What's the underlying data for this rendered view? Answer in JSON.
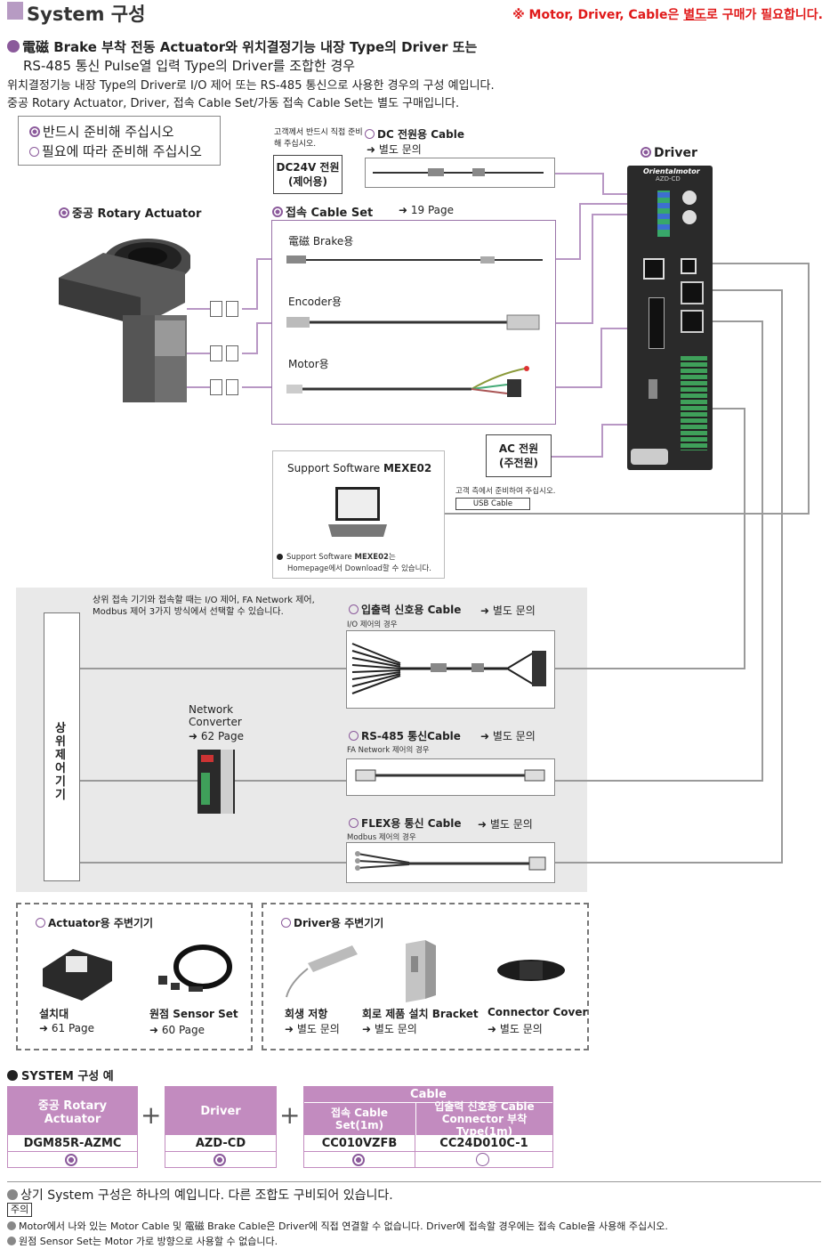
{
  "header": {
    "title": "System 구성",
    "notice_pre": "※ Motor, Driver, Cable은 ",
    "notice_u": "별도",
    "notice_post": "로 구매가 필요합니다."
  },
  "intro": {
    "line1": "電磁 Brake 부착 전동 Actuator와 위치결정기능 내장 Type의 Driver 또는",
    "line2": "RS-485 통신 Pulse열 입력 Type의 Driver를 조합한 경우",
    "line3": "위치결정기능 내장 Type의 Driver로 I/O 제어 또는 RS-485 통신으로 사용한 경우의 구성 예입니다.",
    "line4": "중공 Rotary Actuator, Driver, 접속 Cable Set/가동 접속 Cable Set는 별도 구매입니다."
  },
  "legend": {
    "required": "반드시 준비해 주십시오",
    "optional": "필요에 따라 준비해 주십시오"
  },
  "customer_prepare": "고객께서 반드시 직접 준비해 주십시오.",
  "dc24v": {
    "line1": "DC24V 전원",
    "line2": "(제어용)"
  },
  "dc_cable": {
    "label": "DC 전원용 Cable",
    "ask": "별도 문의"
  },
  "driver_label": "Driver",
  "driver_brand": "Orientalmotor",
  "driver_model": "AZD-CD",
  "actuator_label": "중공 Rotary Actuator",
  "cable_set": {
    "label": "접속 Cable Set",
    "page": "19 Page",
    "brake": "電磁 Brake용",
    "encoder": "Encoder용",
    "motor": "Motor용"
  },
  "ac_power": {
    "line1": "AC 전원",
    "line2": "(주전원)"
  },
  "software": {
    "title_pre": "Support Software ",
    "title_bold": "MEXE02",
    "note_pre": "Support Software ",
    "note_bold": "MEXE02",
    "note_post": "는",
    "note_line2": "Homepage에서 Download할 수 있습니다."
  },
  "usb": {
    "note": "고객 측에서 준비하여 주십시오.",
    "label": "USB Cable"
  },
  "host": {
    "note_line1": "상위 접속 기기와 접속할 때는 I/O 제어, FA Network 제어,",
    "note_line2": "Modbus 제어 3가지 방식에서 선택할 수 있습니다.",
    "vertical_label": [
      "상",
      "위",
      "제",
      "어",
      "기",
      "기"
    ]
  },
  "io_cable": {
    "label": "입출력 신호용 Cable",
    "ask": "별도 문의",
    "sub": "I/O 제어의 경우"
  },
  "network_converter": {
    "line1": "Network",
    "line2": "Converter",
    "page": "62 Page"
  },
  "rs485_cable": {
    "label": "RS-485 통신Cable",
    "ask": "별도 문의",
    "sub": "FA Network 제어의 경우"
  },
  "flex_cable": {
    "label": "FLEX용 통신 Cable",
    "ask": "별도 문의",
    "sub": "Modbus 제어의 경우"
  },
  "actuator_peripherals": {
    "title": "Actuator용 주변기기",
    "items": [
      {
        "name": "설치대",
        "ref": "61 Page"
      },
      {
        "name": "원점 Sensor Set",
        "ref": "60 Page"
      }
    ]
  },
  "driver_peripherals": {
    "title": "Driver용 주변기기",
    "items": [
      {
        "name": "회생 저항",
        "ref": "별도 문의"
      },
      {
        "name": "회로 제품 설치 Bracket",
        "ref": "별도 문의"
      },
      {
        "name": "Connector Cover",
        "ref": "별도 문의"
      }
    ]
  },
  "system_example": {
    "title": "SYSTEM 구성 예",
    "plus": "+",
    "cable_header": "Cable",
    "columns": [
      {
        "header": "중공 Rotary Actuator",
        "model": "DGM85R-AZMC",
        "required": true
      },
      {
        "header": "Driver",
        "model": "AZD-CD",
        "required": true
      },
      {
        "header": "접속 Cable Set(1m)",
        "model": "CC010VZFB",
        "required": true
      },
      {
        "header": "입출력 신호용 Cable Connector 부착 Type(1m)",
        "model": "CC24D010C-1",
        "required": false
      }
    ]
  },
  "footer": {
    "note": "상기 System 구성은 하나의 예입니다. 다른 조합도 구비되어 있습니다.",
    "caution_label": "주의",
    "caution1": "Motor에서 나와 있는 Motor Cable 및 電磁 Brake Cable은 Driver에 직접 연결할 수 없습니다. Driver에 접속할 경우에는 접속 Cable을 사용해 주십시오.",
    "caution2": "원점 Sensor Set는 Motor 가로 방향으로 사용할 수 없습니다."
  },
  "colors": {
    "accent": "#c28bbf",
    "line_purple": "#b897c4",
    "notice_red": "#e01a1a"
  }
}
